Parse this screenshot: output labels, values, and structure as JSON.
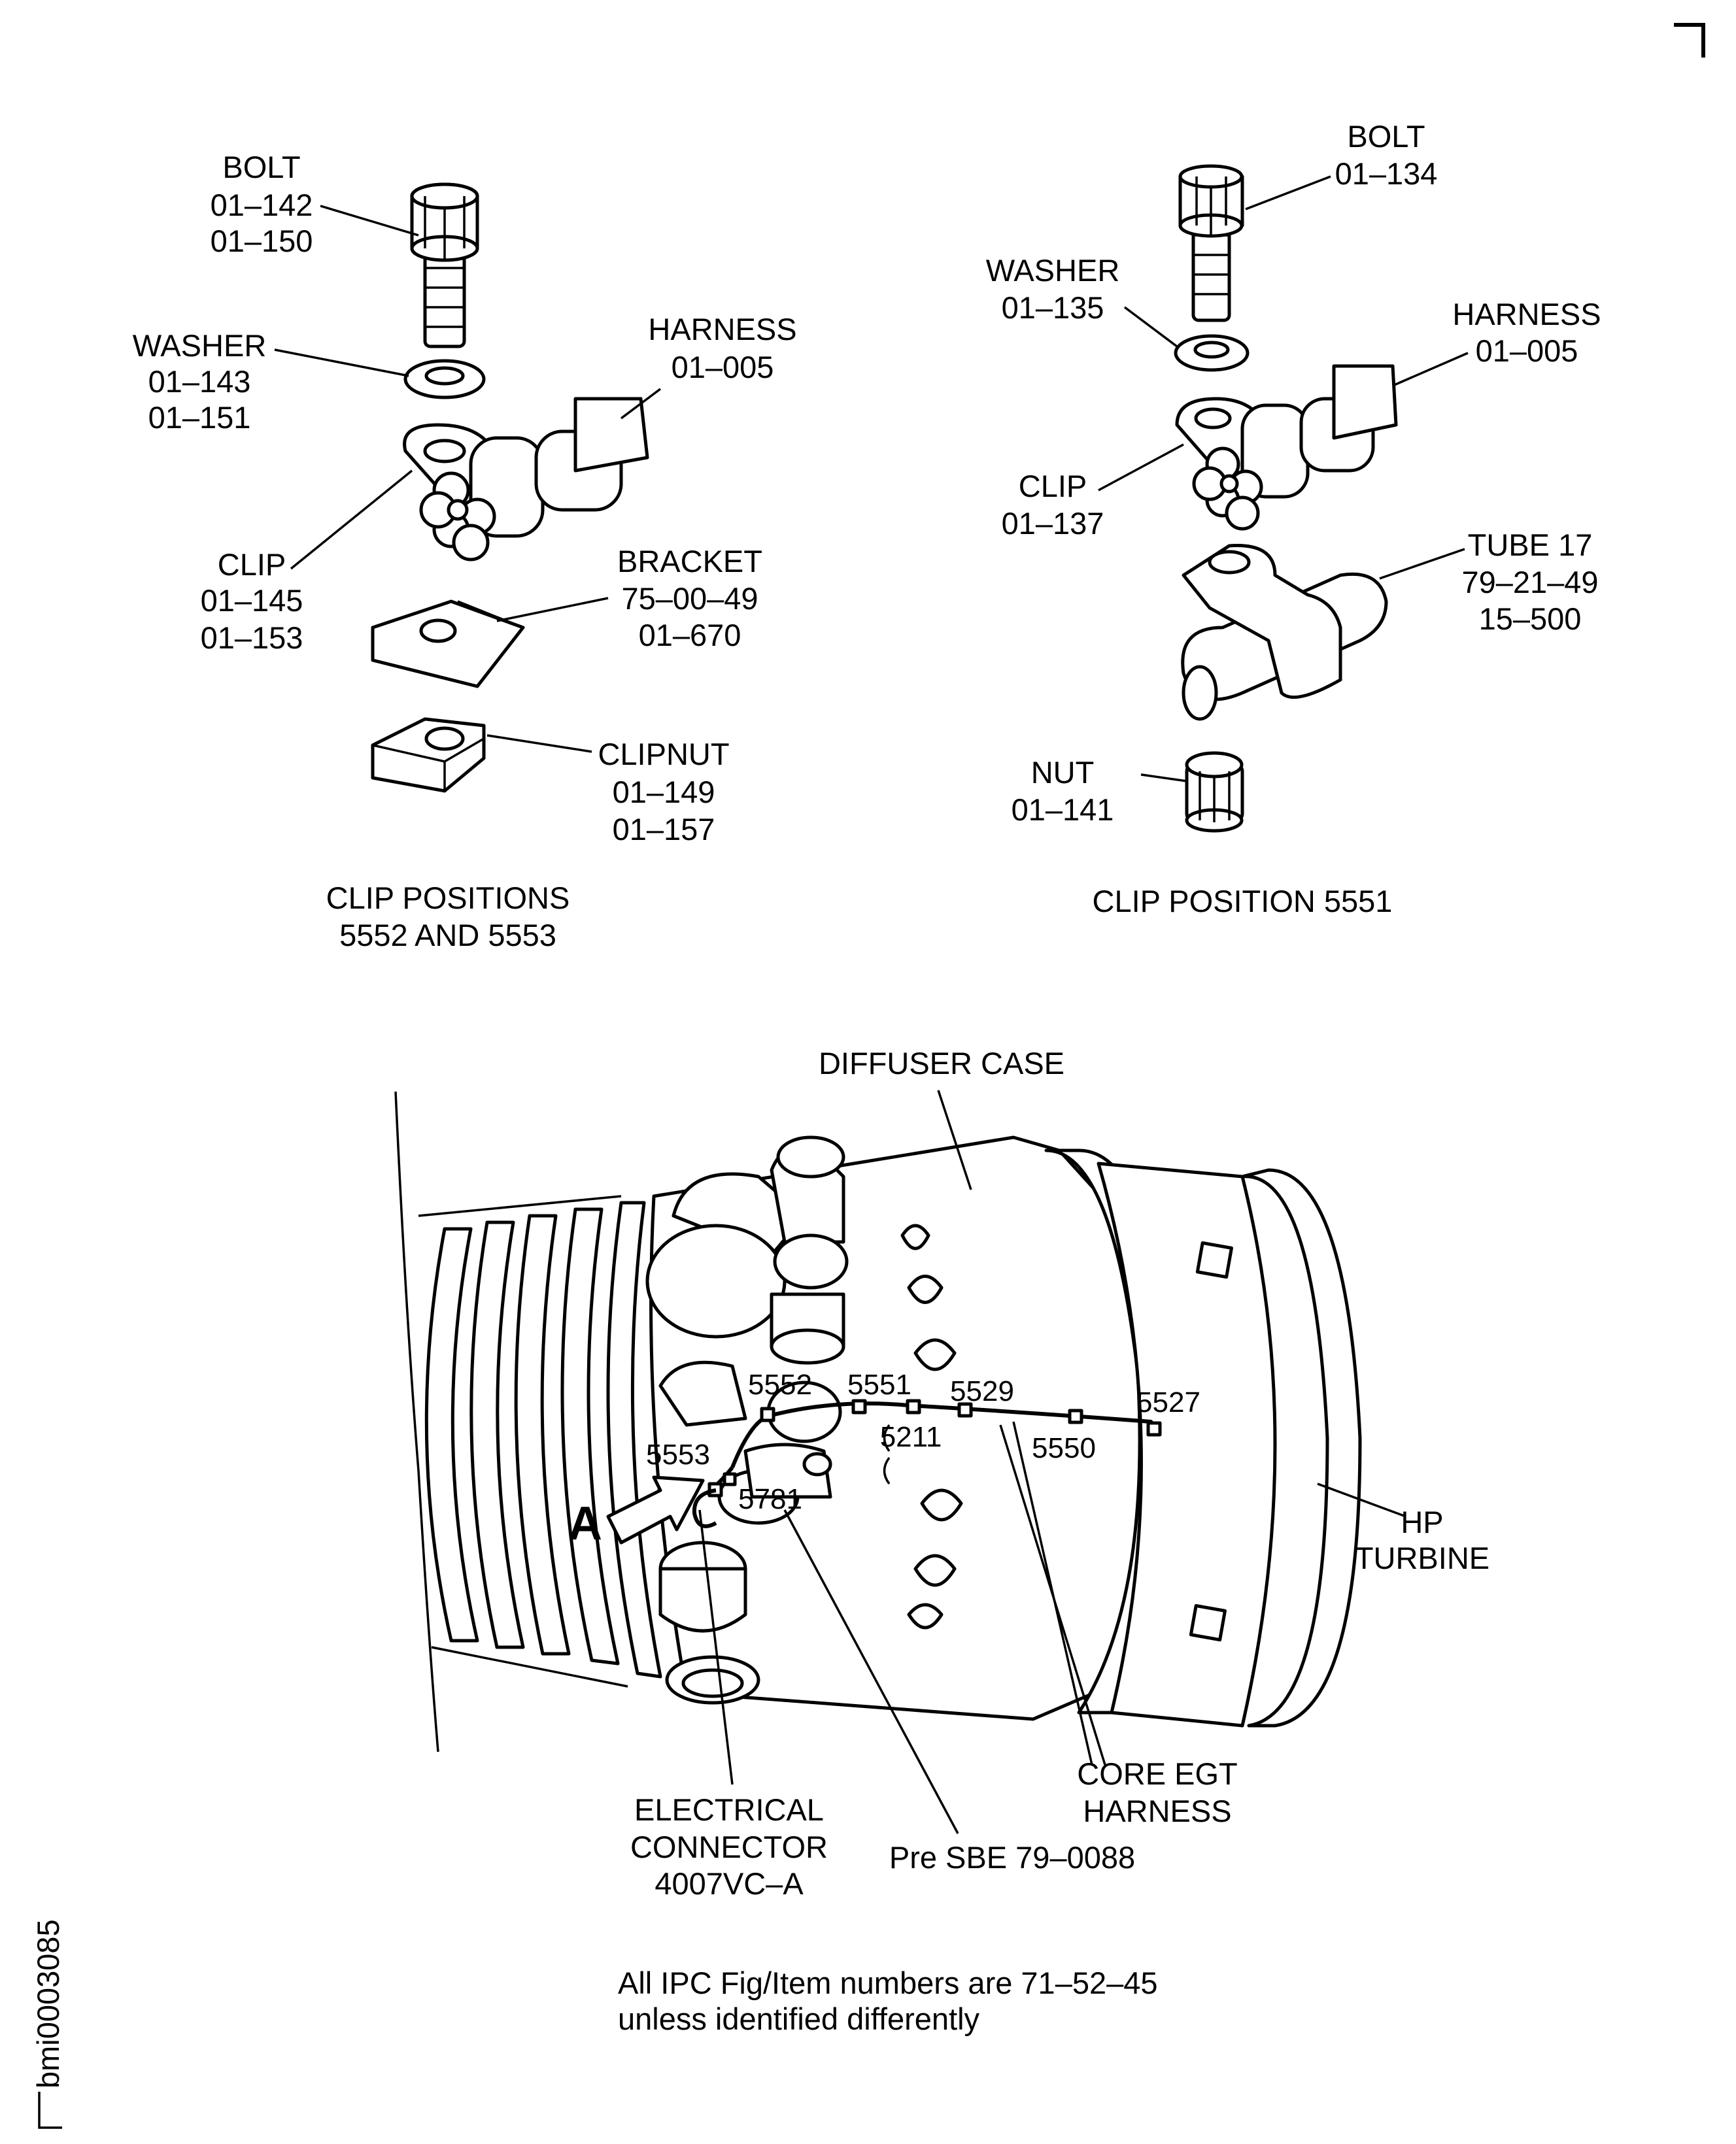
{
  "left_view": {
    "bolt": {
      "name": "BOLT",
      "num1": "01–142",
      "num2": "01–150"
    },
    "washer": {
      "name": "WASHER",
      "num1": "01–143",
      "num2": "01–151"
    },
    "harness": {
      "name": "HARNESS",
      "num1": "01–005"
    },
    "clip": {
      "name": "CLIP",
      "num1": "01–145",
      "num2": "01–153"
    },
    "bracket": {
      "name": "BRACKET",
      "num1": "75–00–49",
      "num2": "01–670"
    },
    "clipnut": {
      "name": "CLIPNUT",
      "num1": "01–149",
      "num2": "01–157"
    },
    "caption_line1": "CLIP POSITIONS",
    "caption_line2": "5552 AND 5553"
  },
  "right_view": {
    "bolt": {
      "name": "BOLT",
      "num1": "01–134"
    },
    "washer": {
      "name": "WASHER",
      "num1": "01–135"
    },
    "harness": {
      "name": "HARNESS",
      "num1": "01–005"
    },
    "clip": {
      "name": "CLIP",
      "num1": "01–137"
    },
    "tube": {
      "name": "TUBE 17",
      "num1": "79–21–49",
      "num2": "15–500"
    },
    "nut": {
      "name": "NUT",
      "num1": "01–141"
    },
    "caption": "CLIP POSITION 5551"
  },
  "engine_view": {
    "diffuser_case": "DIFFUSER CASE",
    "hp_turbine_line1": "HP",
    "hp_turbine_line2": "TURBINE",
    "view_arrow": "A",
    "clip_positions": {
      "p5552": "5552",
      "p5551": "5551",
      "p5529": "5529",
      "p5527": "5527",
      "p5553": "5553",
      "p5211": "5211",
      "p5550": "5550",
      "p5781": "5781"
    },
    "core_egt_line1": "CORE EGT",
    "core_egt_line2": "HARNESS",
    "connector_line1": "ELECTRICAL",
    "connector_line2": "CONNECTOR",
    "connector_line3": "4007VC–A",
    "pre_sbe": "Pre SBE 79–0088"
  },
  "footnote_line1": "All IPC Fig/Item numbers are 71–52–45",
  "footnote_line2": "unless identified differently",
  "drawing_id": "bmi0003085"
}
